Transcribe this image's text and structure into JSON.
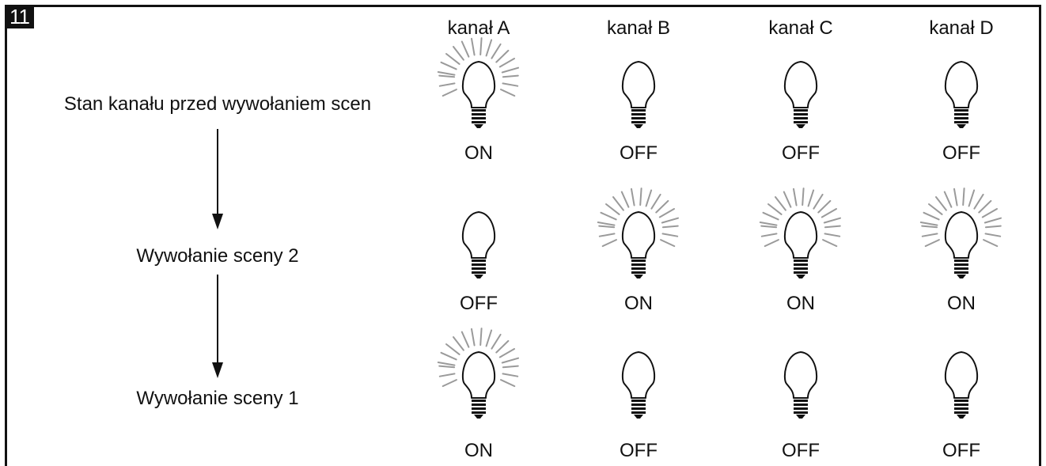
{
  "figure_number": "11",
  "columns": [
    "kanał A",
    "kanał B",
    "kanał C",
    "kanał D"
  ],
  "rows": [
    {
      "label": "Stan kanału przed wywołaniem scen",
      "states": [
        "ON",
        "OFF",
        "OFF",
        "OFF"
      ]
    },
    {
      "label": "Wywołanie sceny 2",
      "states": [
        "OFF",
        "ON",
        "ON",
        "ON"
      ]
    },
    {
      "label": "Wywołanie sceny 1",
      "states": [
        "ON",
        "OFF",
        "OFF",
        "OFF"
      ]
    }
  ],
  "colors": {
    "line": "#111111",
    "rays": "#9a9a9a",
    "background": "#ffffff"
  }
}
